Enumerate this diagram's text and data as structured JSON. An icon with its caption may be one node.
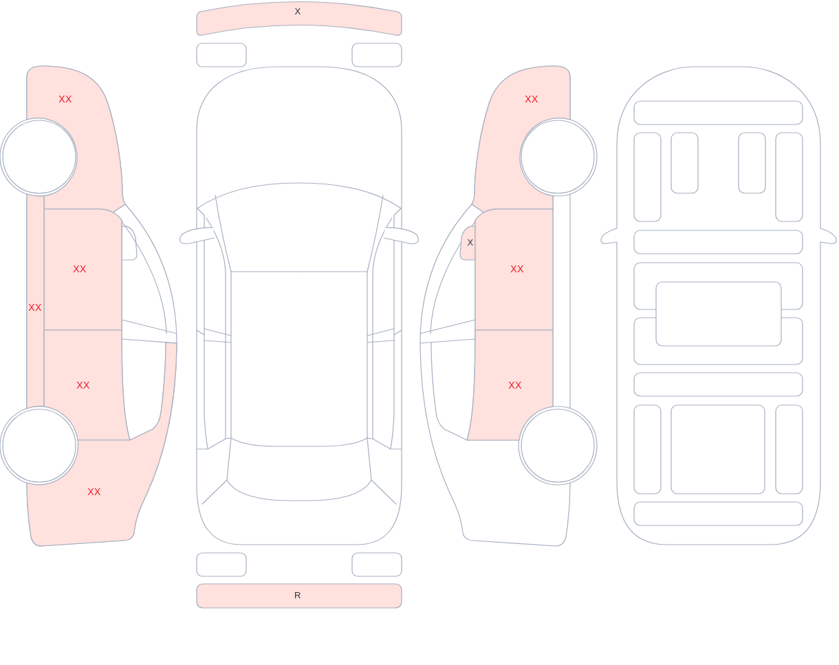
{
  "diagram": {
    "nodes": [
      {
        "text": [
          "X"
        ]
      },
      {
        "text": [
          "XX"
        ]
      },
      {
        "text": [
          "XX"
        ]
      },
      {
        "text": [
          "XX"
        ]
      },
      {
        "text": [
          "XX"
        ]
      },
      {
        "text": [
          "XX"
        ]
      },
      {
        "text": [
          "XX"
        ]
      },
      {
        "text": [
          "X"
        ]
      },
      {
        "text": [
          "XX"
        ]
      },
      {
        "text": [
          "XX"
        ]
      },
      {
        "text": [
          "R"
        ]
      }
    ]
  }
}
